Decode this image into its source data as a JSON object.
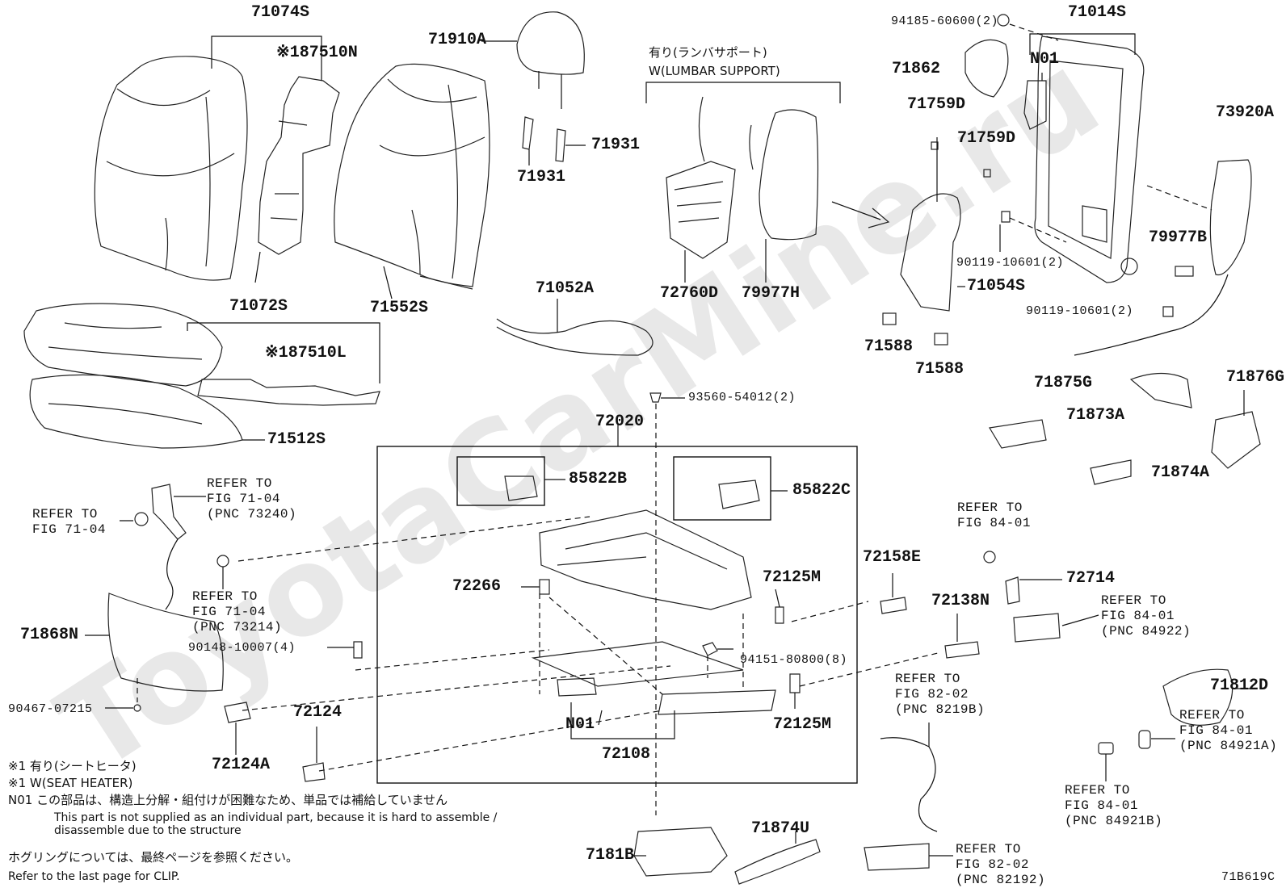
{
  "watermark": "ToyotaCarMine.ru",
  "diagram_code": "71B619C",
  "lumbar_header": {
    "jp": "有り(ランバサポート)",
    "en": "W(LUMBAR SUPPORT)"
  },
  "notes": {
    "n1_jp": "※1 有り(シートヒータ)",
    "n1_en": "※1 W(SEAT HEATER)",
    "n01_jp": "N01 この部品は、構造上分解・組付けが困難なため、単品では補給していません",
    "n01_en_1": "This part is not supplied as an individual part, because it is hard to assemble /",
    "n01_en_2": "disassemble due to the structure",
    "clip_jp": "ホグリングについては、最終ページを参照ください。",
    "clip_en": "Refer to the last page for CLIP."
  },
  "parts": {
    "p71074S": "71074S",
    "p87510N": "※187510N",
    "p71910A": "71910A",
    "p71931a": "71931",
    "p71931b": "71931",
    "p71552S": "71552S",
    "p72760D": "72760D",
    "p79977H": "79977H",
    "p71052A": "71052A",
    "p71072S": "71072S",
    "p87510L": "※187510L",
    "p71512S": "71512S",
    "p94185": "94185-60600(2)",
    "p71014S": "71014S",
    "pN01top": "N01",
    "p71862": "71862",
    "p71759Da": "71759D",
    "p71759Db": "71759D",
    "p73920A": "73920A",
    "p90119a": "90119-10601(2)",
    "p79977B": "79977B",
    "p71054S": "71054S",
    "p90119b": "90119-10601(2)",
    "p71588a": "71588",
    "p71588b": "71588",
    "p71875G": "71875G",
    "p71876G": "71876G",
    "p71873A": "71873A",
    "p71874A": "71874A",
    "p93560": "93560-54012(2)",
    "p72020": "72020",
    "p85822B": "85822B",
    "p85822C": "85822C",
    "p72266": "72266",
    "p72125Ma": "72125M",
    "p72158E": "72158E",
    "p72138N": "72138N",
    "p72714": "72714",
    "p71868N": "71868N",
    "p90148": "90148-10007(4)",
    "p94151": "94151-80800(8)",
    "p90467": "90467-07215",
    "p72124": "72124",
    "p72124A": "72124A",
    "pN01bot": "N01",
    "p72108": "72108",
    "p72125Mb": "72125M",
    "p71812D": "71812D",
    "p7181B": "7181B",
    "p71874U": "71874U"
  },
  "refs": {
    "r_buckle": "REFER TO\nFIG 71-04\n(PNC 73240)",
    "r_nut": "REFER TO\nFIG 71-04",
    "r_ring": "REFER TO\nFIG 71-04\n(PNC 73214)",
    "r_8401a": "REFER TO\nFIG 84-01",
    "r_84922": "REFER TO\nFIG 84-01\n(PNC 84922)",
    "r_8219B": "REFER TO\nFIG 82-02\n(PNC 8219B)",
    "r_84921A": "REFER TO\nFIG 84-01\n(PNC 84921A)",
    "r_84921B": "REFER TO\nFIG 84-01\n(PNC 84921B)",
    "r_82192": "REFER TO\nFIG 82-02\n(PNC 82192)"
  }
}
